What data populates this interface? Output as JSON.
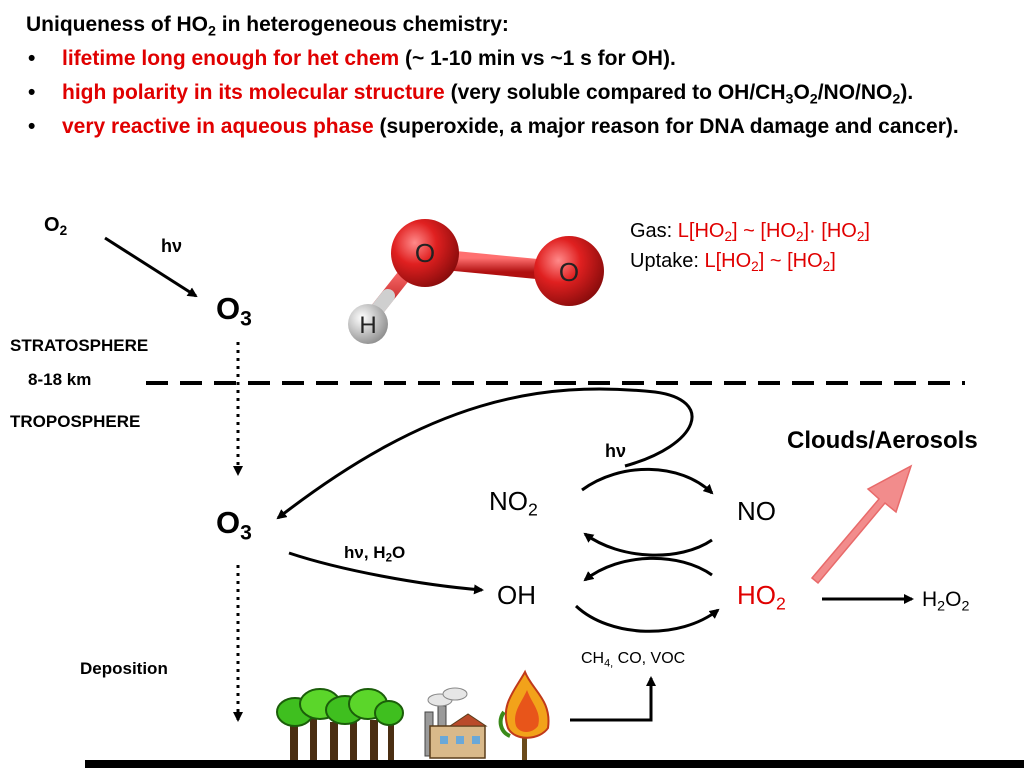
{
  "header": {
    "title": "Uniqueness of HO",
    "title_sub": "2",
    "title_tail": " in heterogeneous chemistry:",
    "b1_red": "lifetime long enough for het chem",
    "b1_black": " (~ 1-10 min vs ~1 s for OH).",
    "b2_red": "high polarity in its molecular structure",
    "b2_black_a": " (very soluble compared to OH/CH",
    "b2_sub1": "3",
    "b2_black_b": "O",
    "b2_sub2": "2",
    "b2_black_c": "/NO/NO",
    "b2_sub3": "2",
    "b2_black_d": ").",
    "b3_red": "very reactive in aqueous phase",
    "b3_black": " (superoxide, a major reason for DNA damage and cancer)."
  },
  "labels": {
    "o2_top": "O",
    "o2_top_sub": "2",
    "hv_top": "hν",
    "o3_top": "O",
    "o3_top_sub": "3",
    "stratosphere": "STRATOSPHERE",
    "altitude": "8-18 km",
    "troposphere": "TROPOSPHERE",
    "o3_bottom": "O",
    "o3_bottom_sub": "3",
    "hv_h2o": "hν, H",
    "hv_h2o_sub": "2",
    "hv_h2o_tail": "O",
    "no2": "NO",
    "no2_sub": "2",
    "no": "NO",
    "oh": "OH",
    "ho2": "HO",
    "ho2_sub": "2",
    "h2o2_a": "H",
    "h2o2_sub1": "2",
    "h2o2_b": "O",
    "h2o2_sub2": "2",
    "hv_cycle": "hν",
    "clouds": "Clouds/Aerosols",
    "ch4": "CH",
    "ch4_sub": "4,",
    "ch4_tail": " CO, VOC",
    "deposition": "Deposition"
  },
  "rates": {
    "gas_label": "Gas: ",
    "gas_expr_a": "L[HO",
    "gas_expr_sub1": "2",
    "gas_expr_b": "] ~ [HO",
    "gas_expr_sub2": "2",
    "gas_expr_c": "]· [HO",
    "gas_expr_sub3": "2",
    "gas_expr_d": "]",
    "uptake_label": "Uptake: ",
    "uptake_expr_a": "L[HO",
    "uptake_expr_sub1": "2",
    "uptake_expr_b": "] ~ [HO",
    "uptake_expr_sub2": "2",
    "uptake_expr_c": "]"
  },
  "molecule": {
    "atom1": "O",
    "atom2": "O",
    "atom3": "H"
  },
  "colors": {
    "accent": "#e00000",
    "atom_red": "#e02020",
    "atom_h": "#d8d8d8",
    "cloud_arrow": "#f28c8c"
  }
}
